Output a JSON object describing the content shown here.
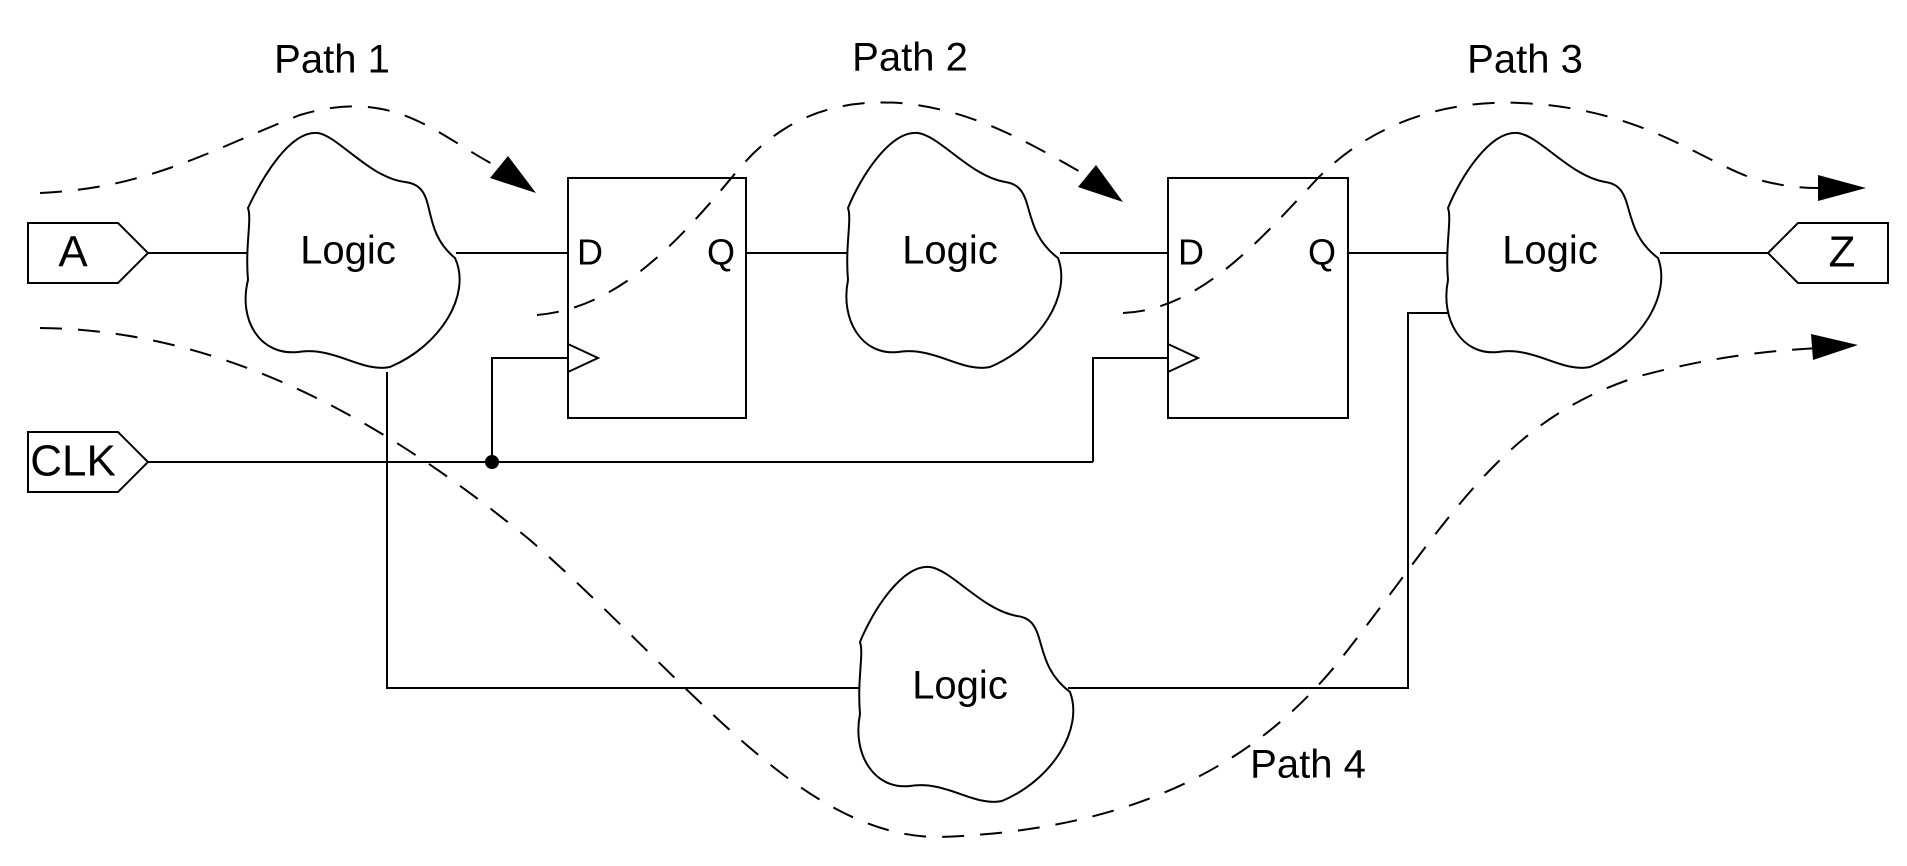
{
  "ports": {
    "a": "A",
    "clk": "CLK",
    "z": "Z"
  },
  "logic_blocks": {
    "logic1": "Logic",
    "logic2": "Logic",
    "logic3": "Logic",
    "logic4": "Logic"
  },
  "flip_flops": {
    "ff1": {
      "d": "D",
      "q": "Q"
    },
    "ff2": {
      "d": "D",
      "q": "Q"
    }
  },
  "paths": {
    "path1": "Path 1",
    "path2": "Path 2",
    "path3": "Path 3",
    "path4": "Path 4"
  }
}
